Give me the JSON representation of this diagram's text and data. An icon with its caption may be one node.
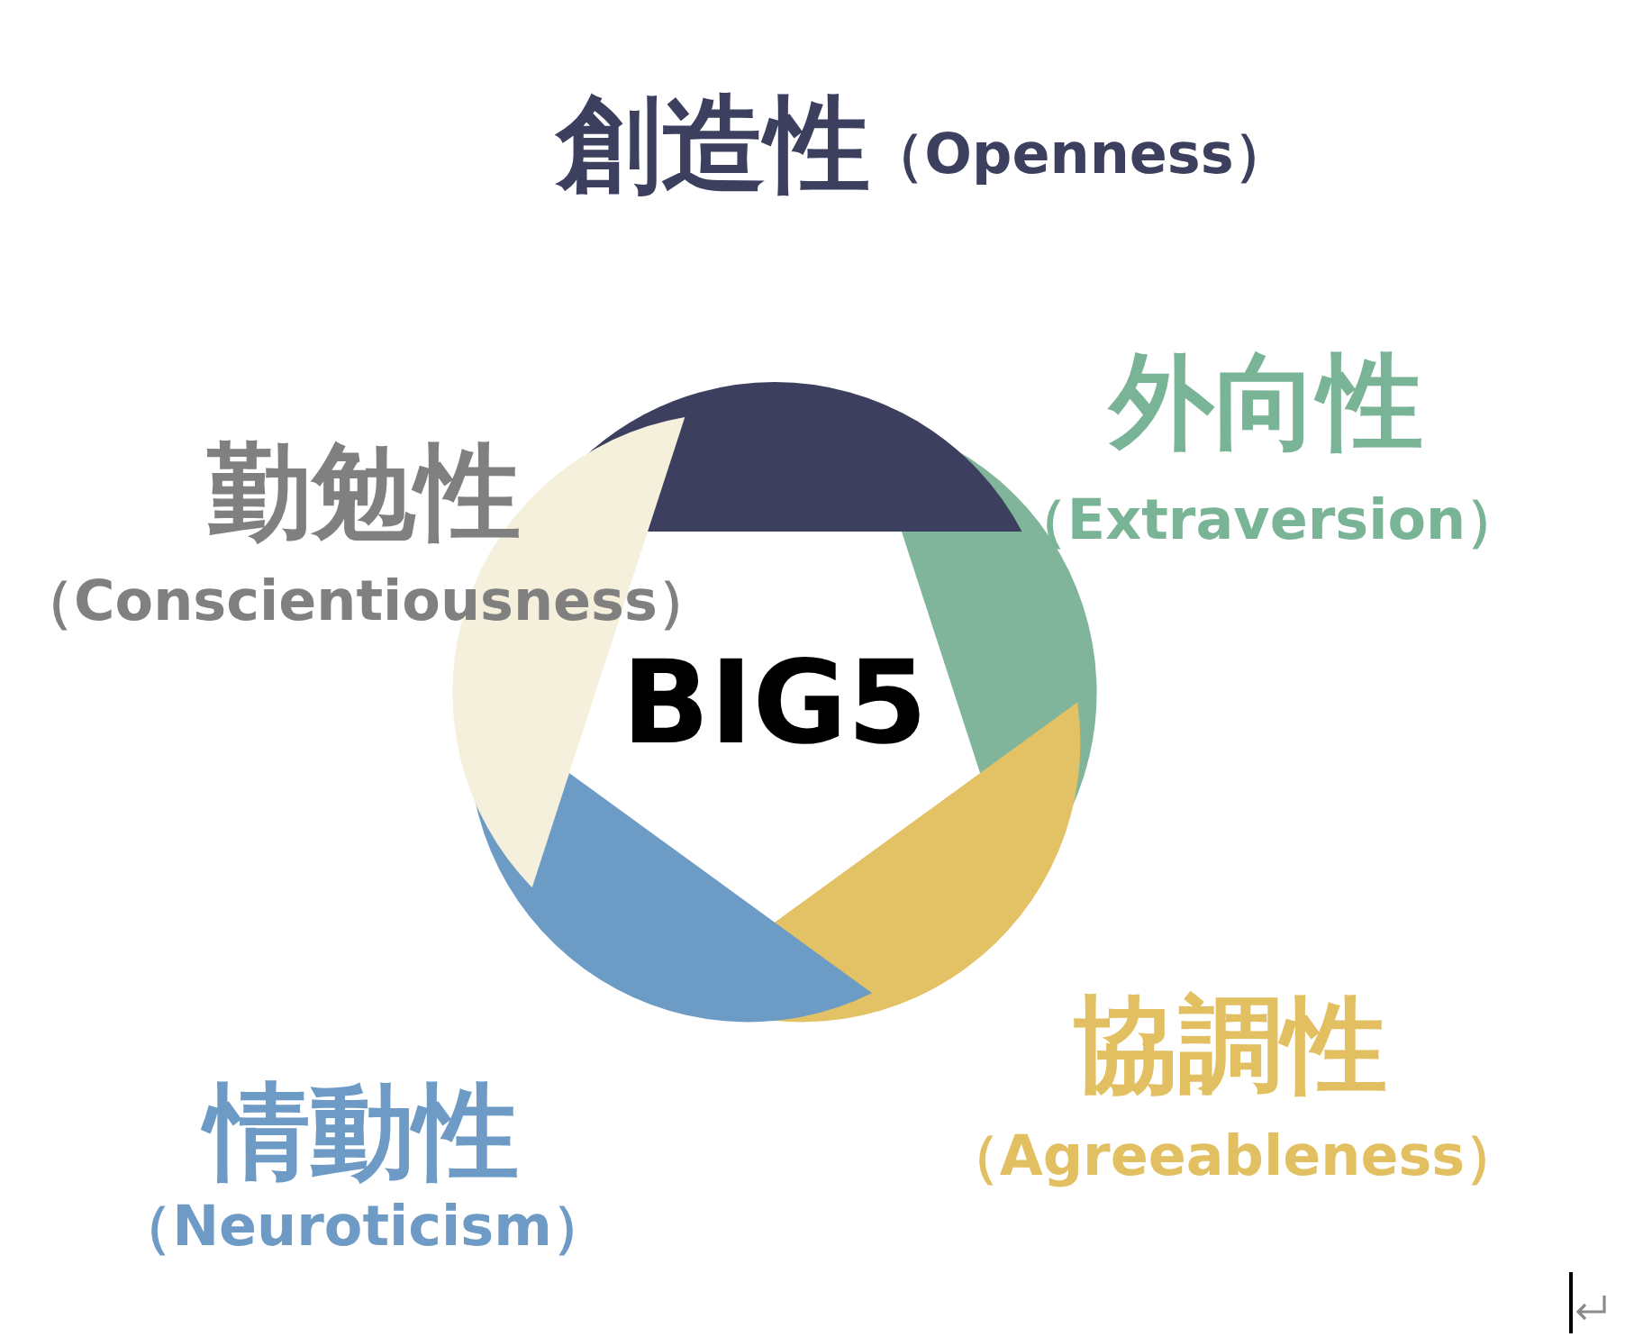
{
  "diagram": {
    "nodes": [
      {
        "text": [
          "BIG5"
        ]
      }
    ],
    "labels": [
      "創造性",
      "（Openness）",
      "外向性",
      "（Extraversion）",
      "勤勉性",
      "（Conscientiousness）",
      "協調性",
      "（Agreeableness）",
      "情動性",
      "（Neuroticism）"
    ]
  }
}
